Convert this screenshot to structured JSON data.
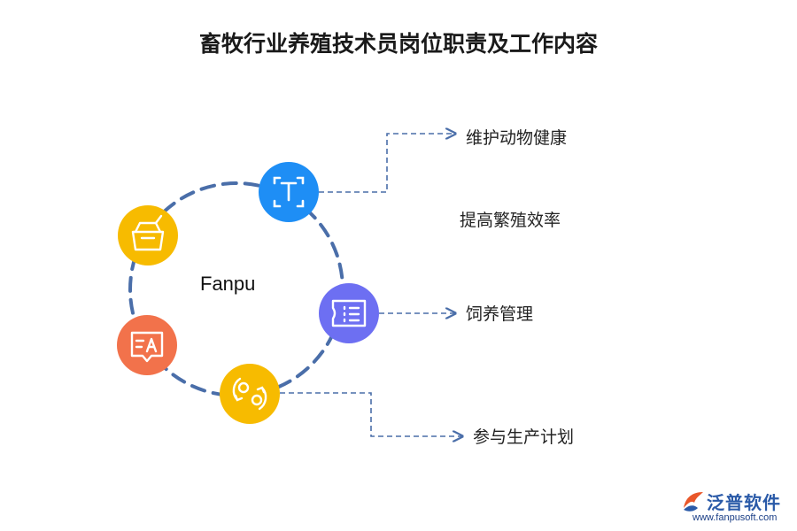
{
  "title": "畜牧行业养殖技术员岗位职责及工作内容",
  "center_label": "Fanpu",
  "items": [
    {
      "label": "维护动物健康"
    },
    {
      "label": "提高繁殖效率"
    },
    {
      "label": "饲养管理"
    },
    {
      "label": "参与生产计划"
    }
  ],
  "nodes": [
    {
      "icon": "text-frame-icon",
      "color": "#1e8ef5"
    },
    {
      "icon": "list-ticket-icon",
      "color": "#6d6ff2"
    },
    {
      "icon": "swap-circles-icon",
      "color": "#f7bb00"
    },
    {
      "icon": "translate-chat-icon",
      "color": "#f2724b"
    },
    {
      "icon": "basket-icon",
      "color": "#f7bb00"
    }
  ],
  "colors": {
    "ring": "#4a6ea9",
    "connector": "#4a6ea9"
  },
  "brand": {
    "name": "泛普软件",
    "url": "www.fanpusoft.com"
  }
}
